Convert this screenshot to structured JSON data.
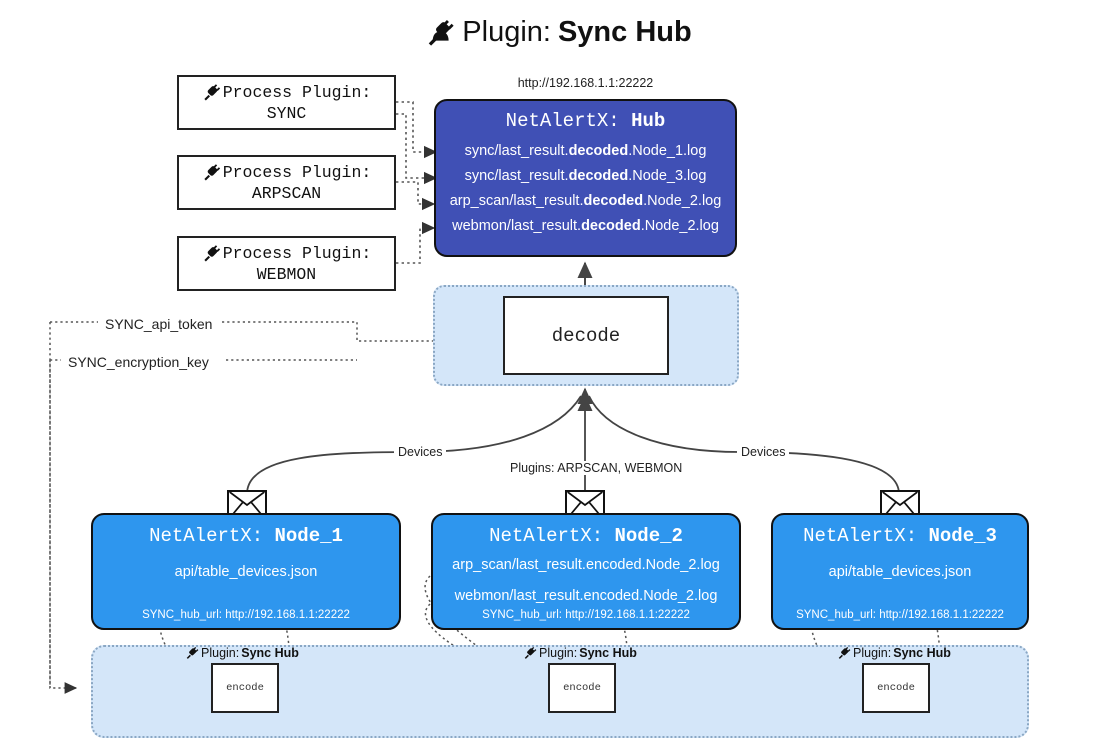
{
  "title": {
    "icon": "plug-icon",
    "prefix": "Plugin: ",
    "name": "Sync Hub"
  },
  "hub": {
    "url": "http://192.168.1.1:22222",
    "label_prefix": "NetAlertX: ",
    "label_name": "Hub",
    "loglines": [
      {
        "pre": "sync/last_result.",
        "em": "decoded",
        "post": ".Node_1.log"
      },
      {
        "pre": "sync/last_result.",
        "em": "decoded",
        "post": ".Node_3.log"
      },
      {
        "pre": "arp_scan/last_result.",
        "em": "decoded",
        "post": ".Node_2.log"
      },
      {
        "pre": "webmon/last_result.",
        "em": "decoded",
        "post": ".Node_2.log"
      }
    ]
  },
  "process_plugins": [
    {
      "caption": "Process Plugin:",
      "name": "SYNC"
    },
    {
      "caption": "Process Plugin:",
      "name": "ARPSCAN"
    },
    {
      "caption": "Process Plugin:",
      "name": "WEBMON"
    }
  ],
  "decode": {
    "label": "decode"
  },
  "tokens": [
    "SYNC_api_token",
    "SYNC_encryption_key"
  ],
  "edge_labels": {
    "left": "Devices",
    "middle": "Plugins: ARPSCAN, WEBMON",
    "right": "Devices"
  },
  "nodes": [
    {
      "label_prefix": "NetAlertX: ",
      "label_name": "Node_1",
      "lines": [
        "api/table_devices.json"
      ],
      "footer": "SYNC_hub_url: http://192.168.1.1:22222"
    },
    {
      "label_prefix": "NetAlertX: ",
      "label_name": "Node_2",
      "lines": [
        "arp_scan/last_result.encoded.Node_2.log",
        "webmon/last_result.encoded.Node_2.log"
      ],
      "footer": "SYNC_hub_url: http://192.168.1.1:22222"
    },
    {
      "label_prefix": "NetAlertX: ",
      "label_name": "Node_3",
      "lines": [
        "api/table_devices.json"
      ],
      "footer": "SYNC_hub_url: http://192.168.1.1:22222"
    }
  ],
  "encode_band": {
    "plugin_label_prefix": "Plugin: ",
    "plugin_label_name": "Sync Hub",
    "box_label": "encode"
  },
  "colors": {
    "hub_fill": "#4050B5",
    "node_fill": "#2E96EE",
    "band_fill": "#D4E6F9",
    "band_border": "#8aa7c4",
    "stroke": "#333333",
    "page_bg": "#ffffff"
  }
}
